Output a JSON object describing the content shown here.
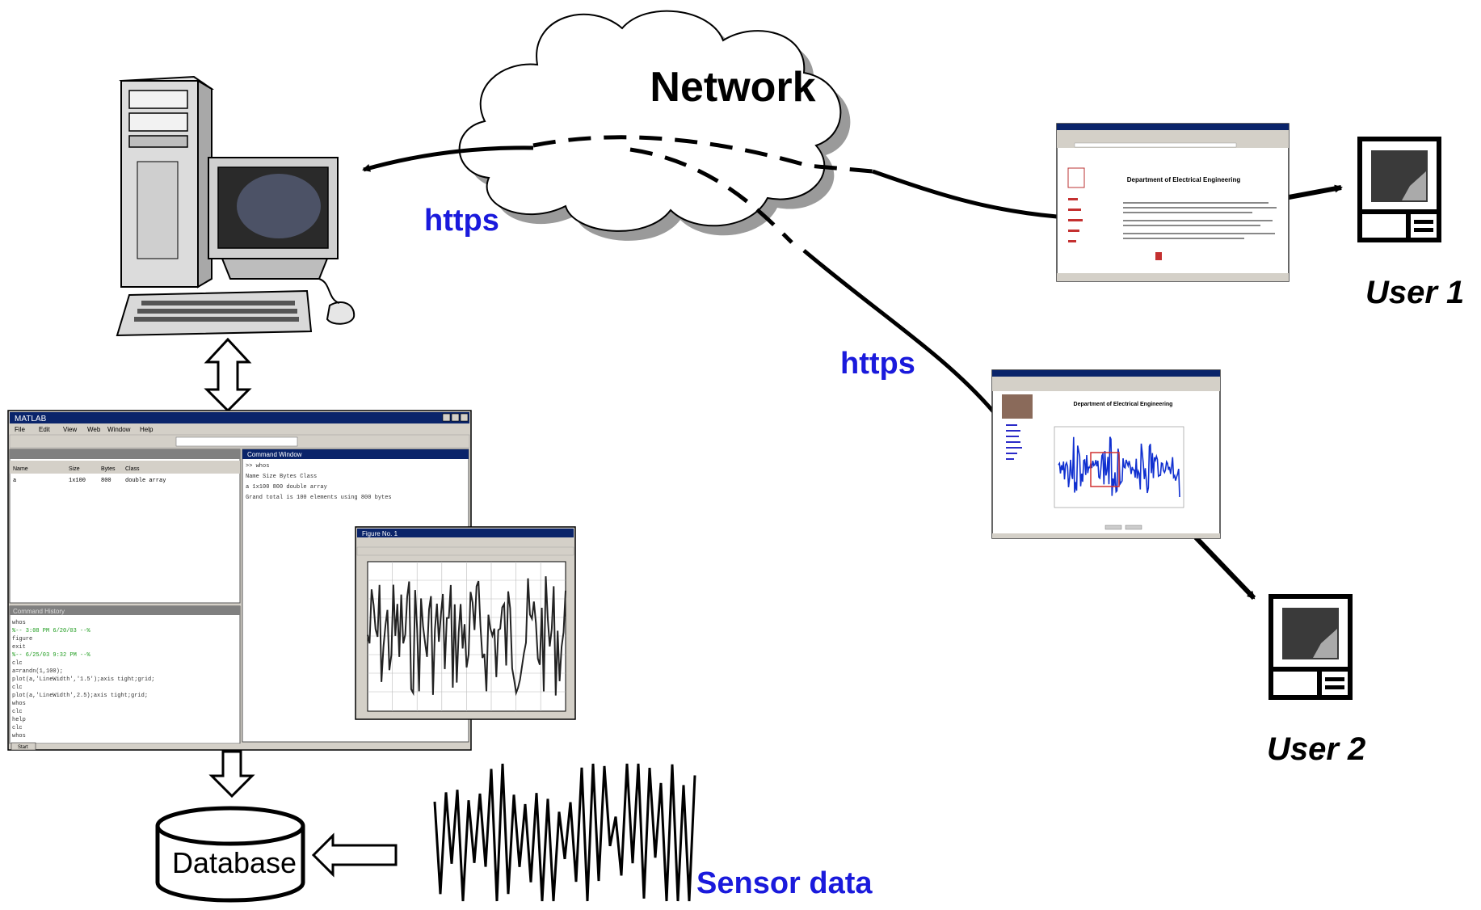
{
  "labels": {
    "network": "Network",
    "https_left": "https",
    "https_right": "https",
    "user1": "User 1",
    "user2": "User 2",
    "database": "Database",
    "sensor_data": "Sensor data"
  },
  "webpages": {
    "user1_title": "Department of Electrical Engineering",
    "user2_title": "Department of Electrical Engineering"
  },
  "matlab": {
    "title": "MATLAB",
    "menu": [
      "File",
      "Edit",
      "View",
      "Web",
      "Window",
      "Help"
    ],
    "workspace_cols": [
      "Name",
      "Size",
      "Bytes",
      "Class"
    ],
    "workspace_row": [
      "a",
      "1x100",
      "800",
      "double array"
    ],
    "command_window_title": "Command Window",
    "history_title": "Command History",
    "command_lines": [
      ">> whos",
      "  Name     Size     Bytes  Class",
      "  a       1x100      800  double array",
      "Grand total is 100 elements using 800 bytes"
    ],
    "history_lines": [
      "whos",
      "%-- 3:08 PM 6/20/03 --%",
      "figure",
      "exit",
      "%-- 6/25/03 9:32 PM --%",
      "clc",
      "a=randn(1,100);",
      "plot(a,'LineWidth','1.5');axis tight;grid;",
      "clc",
      "plot(a,'LineWidth',2.5);axis tight;grid;",
      "whos",
      "clc",
      "help",
      "clc",
      "whos"
    ],
    "figure_title": "Figure No. 1",
    "start_button": "Start"
  },
  "colors": {
    "accent_blue": "#1a1adc",
    "black": "#000000",
    "titlebar": "#0a246a"
  }
}
